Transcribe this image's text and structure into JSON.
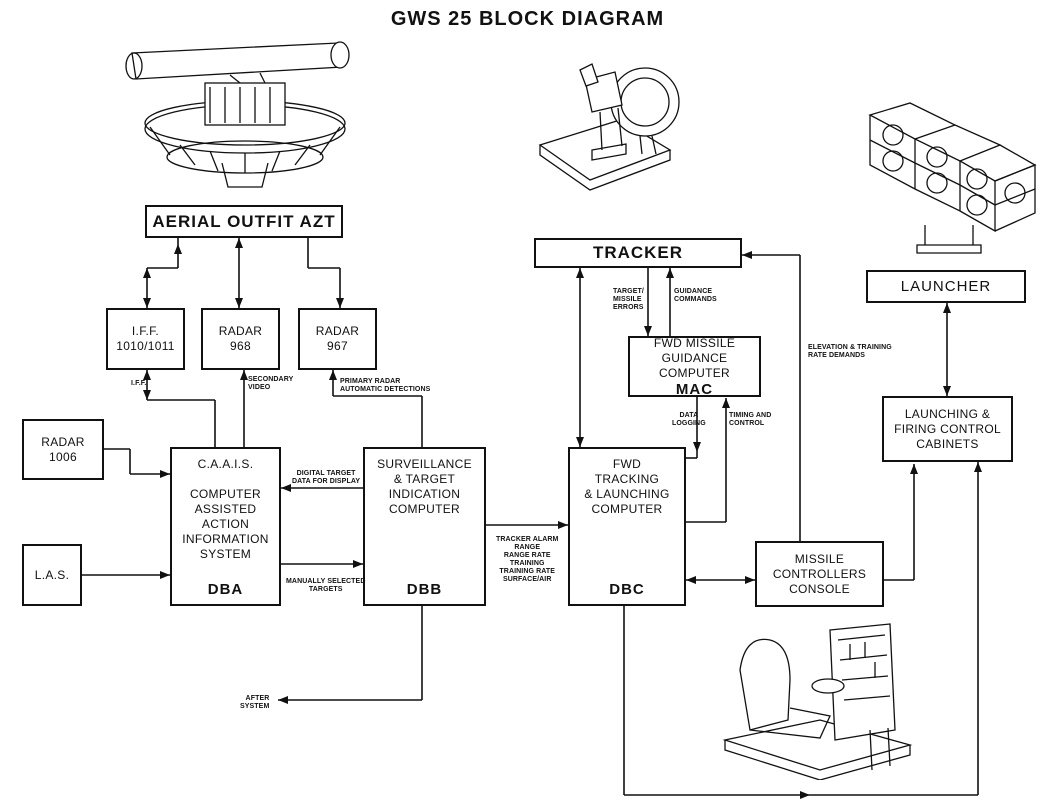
{
  "title": "GWS 25 BLOCK DIAGRAM",
  "blocks": {
    "aerial": {
      "label": "AERIAL OUTFIT AZT"
    },
    "iff": {
      "label": "I.F.F.\n1010/1011"
    },
    "radar968": {
      "label": "RADAR\n968"
    },
    "radar967": {
      "label": "RADAR\n967"
    },
    "radar1006": {
      "label": "RADAR\n1006"
    },
    "las": {
      "label": "L.A.S."
    },
    "caais": {
      "label": "C.A.A.I.S.\n\nCOMPUTER\nASSISTED\nACTION\nINFORMATION\nSYSTEM",
      "code": "DBA"
    },
    "stic": {
      "label": "SURVEILLANCE\n& TARGET\nINDICATION\nCOMPUTER",
      "code": "DBB"
    },
    "tracker": {
      "label": "TRACKER"
    },
    "mgc": {
      "label": "FWD MISSILE\nGUIDANCE COMPUTER",
      "code": "MAC"
    },
    "tlc": {
      "label": "FWD\nTRACKING\n& LAUNCHING\nCOMPUTER",
      "code": "DBC"
    },
    "launcher": {
      "label": "LAUNCHER"
    },
    "lfcc": {
      "label": "LAUNCHING &\nFIRING CONTROL\nCABINETS"
    },
    "mcc": {
      "label": "MISSILE\nCONTROLLERS\nCONSOLE"
    }
  },
  "signals": {
    "iff": "I.F.F.",
    "secondary": "SECONDARY\nVIDEO",
    "primary": "PRIMARY RADAR\nAUTOMATIC DETECTIONS",
    "digital": "DIGITAL TARGET\nDATA FOR DISPLAY",
    "manual": "MANUALLY SELECTED\nTARGETS",
    "tracker_alarm": "TRACKER ALARM\nRANGE\nRANGE RATE\nTRAINING\nTRAINING RATE\nSURFACE/AIR",
    "errors": "TARGET/\nMISSILE\nERRORS",
    "guidance": "GUIDANCE\nCOMMANDS",
    "data_logging": "DATA\nLOGGING",
    "timing": "TIMING AND\nCONTROL",
    "elevation": "ELEVATION & TRAINING\nRATE DEMANDS",
    "after": "AFTER\nSYSTEM"
  }
}
